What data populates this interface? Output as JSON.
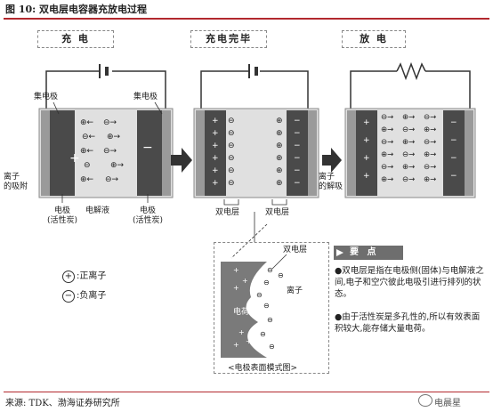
{
  "figure": {
    "title": "图 10:  双电层电容器充放电过程",
    "source": "来源:  TDK、渤海证券研究所",
    "watermark": "电晨星"
  },
  "stages": [
    {
      "id": "charging",
      "label": "充 电"
    },
    {
      "id": "charged",
      "label": "充电完毕"
    },
    {
      "id": "discharging",
      "label": "放 电"
    }
  ],
  "labels": {
    "collector_left": "集电极",
    "collector_right": "集电极",
    "ion_adsorption": "离子\n的吸附",
    "ion_desorption": "离子\n的解吸",
    "electrode_left": "电极\n(活性炭)",
    "electrolyte": "电解液",
    "electrode_right": "电极\n(活性炭)",
    "double_layer_1": "双电层",
    "double_layer_2": "双电层",
    "double_layer_detail": "双电层",
    "ion_detail": "离子",
    "charge_detail": "电荷",
    "surface_model_caption": "<电极表面模式图>"
  },
  "legend": [
    {
      "symbol": "+",
      "label": ":正离子"
    },
    {
      "symbol": "−",
      "label": ":负离子"
    }
  ],
  "key_points": {
    "heading": "要 点",
    "items": [
      "●双电层是指在电极侧(固体)与电解液之间,电子和空穴彼此电吸引进行排列的状态。",
      "●由于活性炭是多孔性的,所以有效表面积较大,能存储大量电荷。"
    ]
  },
  "colors": {
    "accent_rule": "#b2282e",
    "electrode_dark": "#4a4a4a",
    "electrolyte_light": "#d8d8d8",
    "keypoint_header": "#6e6e6e"
  }
}
